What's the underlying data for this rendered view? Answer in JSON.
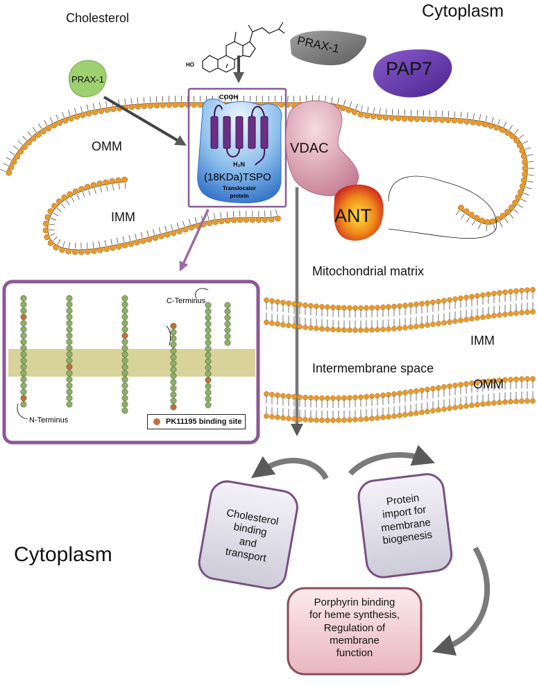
{
  "labels": {
    "cholesterol": "Cholesterol",
    "cytoplasm_top": "Cytoplasm",
    "prax1_left": "PRAX-1",
    "prax1_right": "PRAX-1",
    "pap7": "PAP7",
    "omm_top": "OMM",
    "imm_top": "IMM",
    "vdac": "VDAC",
    "ant": "ANT",
    "cooh": "COOH",
    "h2n": "H₂N",
    "tspo": "(18KDa)TSPO",
    "translocator": "Translocator",
    "protein": "protein",
    "ho": "HO",
    "mito_matrix": "Mitochondrial matrix",
    "imm_right": "IMM",
    "intermembrane_space": "Intermembrane space",
    "omm_right": "OMM",
    "c_terminus": "C-Terminus",
    "n_terminus": "N-Terminus",
    "legend": "PK11195  binding site",
    "cytoplasm_bottom": "Cytoplasm"
  },
  "function_boxes": {
    "cholesterol": [
      "Cholesterol",
      "binding",
      "and",
      "transport"
    ],
    "protein_import": [
      "Protein",
      "import for",
      "membrane",
      "biogenesis"
    ],
    "porphyrin": [
      "Porphyrin binding",
      "for heme synthesis,",
      "Regulation of",
      "membrane",
      "function"
    ]
  },
  "colors": {
    "lipid_head": "#e89b2a",
    "lipid_head_stroke": "#a8641a",
    "zoom_frame": "#8a5a94",
    "residue_fill": "#8fae6a",
    "binding_site": "#c0703d",
    "membrane_band": "#d8d39a",
    "arrow_gray": "#7a7a7a"
  }
}
